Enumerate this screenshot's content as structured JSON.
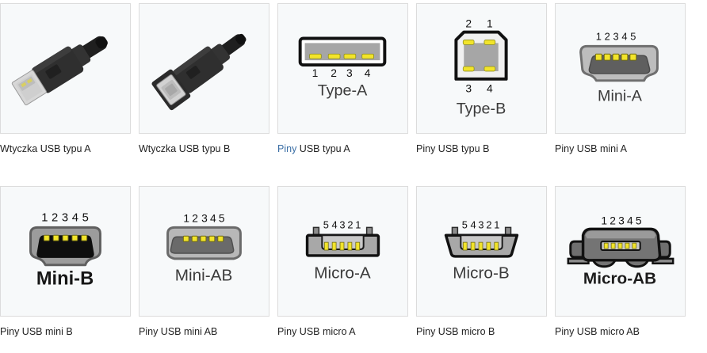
{
  "page": {
    "background": "#ffffff",
    "card_background": "#f7f9fa",
    "card_border": "#dcdcdc",
    "caption_color": "#222222",
    "link_color": "#3a6ea5",
    "pin_color": "#f2e42a",
    "metal_color": "#9a9a9a",
    "outline_color": "#1a1a1a",
    "plug_body_color": "#2e2e2e"
  },
  "gallery": {
    "rows": [
      {
        "cells": [
          {
            "id": "usb-plug-type-a",
            "kind": "photo-plug-a",
            "caption": "Wtyczka USB typu A",
            "caption_link": false,
            "diagram_label": "",
            "pin_numbers": []
          },
          {
            "id": "usb-plug-type-b",
            "kind": "photo-plug-b",
            "caption": "Wtyczka USB typu B",
            "caption_link": false,
            "diagram_label": "",
            "pin_numbers": []
          },
          {
            "id": "usb-pins-type-a",
            "kind": "diagram-type-a",
            "caption": "Piny USB typu A",
            "caption_link": true,
            "caption_link_word": "Piny",
            "caption_rest": " USB typu A",
            "diagram_label": "Type-A",
            "pin_numbers": [
              "1",
              "2",
              "3",
              "4"
            ]
          },
          {
            "id": "usb-pins-type-b",
            "kind": "diagram-type-b",
            "caption": "Piny USB typu B",
            "caption_link": false,
            "diagram_label": "Type-B",
            "pin_numbers_top": [
              "2",
              "1"
            ],
            "pin_numbers_bottom": [
              "3",
              "4"
            ]
          },
          {
            "id": "usb-pins-mini-a",
            "kind": "diagram-mini-a",
            "caption": "Piny USB mini A",
            "caption_link": false,
            "diagram_label": "Mini-A",
            "pin_numbers": [
              "1",
              "2",
              "3",
              "4",
              "5"
            ]
          }
        ]
      },
      {
        "cells": [
          {
            "id": "usb-pins-mini-b",
            "kind": "diagram-mini-b",
            "caption": "Piny USB mini B",
            "caption_link": false,
            "diagram_label": "Mini-B",
            "pin_numbers": [
              "1",
              "2",
              "3",
              "4",
              "5"
            ]
          },
          {
            "id": "usb-pins-mini-ab",
            "kind": "diagram-mini-ab",
            "caption": "Piny USB mini AB",
            "caption_link": false,
            "diagram_label": "Mini-AB",
            "pin_numbers": [
              "1",
              "2",
              "3",
              "4",
              "5"
            ]
          },
          {
            "id": "usb-pins-micro-a",
            "kind": "diagram-micro-a",
            "caption": "Piny USB micro A",
            "caption_link": false,
            "diagram_label": "Micro-A",
            "pin_numbers": [
              "5",
              "4",
              "3",
              "2",
              "1"
            ]
          },
          {
            "id": "usb-pins-micro-b",
            "kind": "diagram-micro-b",
            "caption": "Piny USB micro B",
            "caption_link": false,
            "diagram_label": "Micro-B",
            "pin_numbers": [
              "5",
              "4",
              "3",
              "2",
              "1"
            ]
          },
          {
            "id": "usb-pins-micro-ab",
            "kind": "diagram-micro-ab",
            "caption": "Piny USB micro AB",
            "caption_link": false,
            "diagram_label": "Micro-AB",
            "pin_numbers": [
              "1",
              "2",
              "3",
              "4",
              "5"
            ]
          }
        ]
      }
    ]
  }
}
